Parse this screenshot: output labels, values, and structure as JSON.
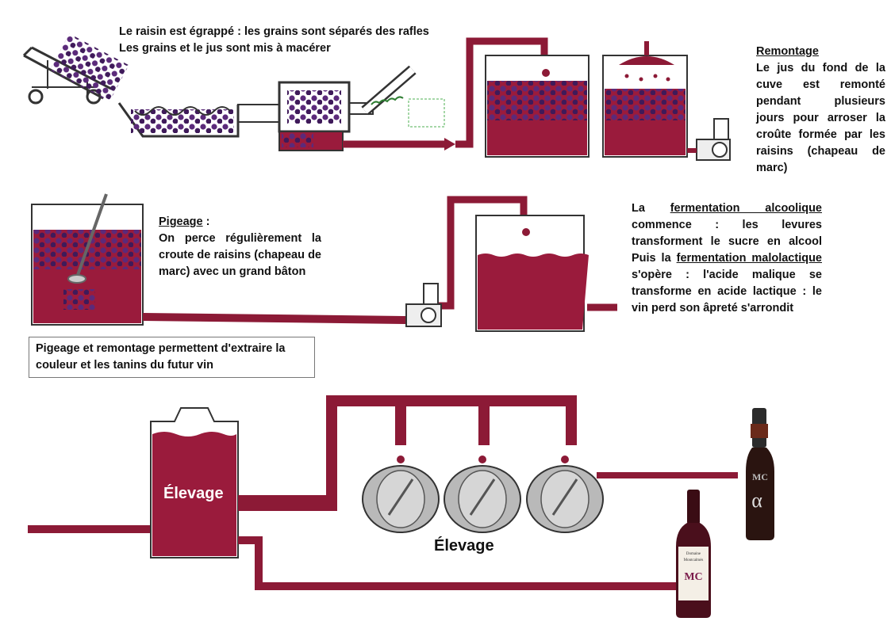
{
  "step1": {
    "line1": "Le raisin est égrappé : les grains sont séparés des rafles",
    "line2": "Les grains et le jus sont mis à macérer"
  },
  "remontage": {
    "title": "Remontage",
    "text": "Le jus du fond de la cuve est remonté pendant plusieurs jours pour arroser la croûte formée par les raisins (chapeau de marc)"
  },
  "pigeage": {
    "title": "Pigeage",
    "title_suffix": " :",
    "text": "On perce régulièrement la croute de raisins (chapeau de marc) avec un grand bâton"
  },
  "note": {
    "text": "Pigeage et remontage permettent d'extraire la couleur et les tanins du futur vin"
  },
  "fermentation": {
    "p1": "La ",
    "term1": "fermentation alcoolique",
    "p2": " commence : les levures transforment le sucre en alcool Puis la ",
    "term2": "fermentation malolactique",
    "p3": " s'opère : l'acide malique se transforme en acide lactique : le vin perd son âpreté s'arrondit"
  },
  "elevage": {
    "tank_label": "Élevage",
    "barrel_label": "Élevage"
  },
  "bottles": {
    "left_label_line1": "Domaine",
    "left_label_line2": "Montcalmès",
    "left_monogram": "MC",
    "right_monogram": "MC",
    "right_symbol": "α"
  },
  "colors": {
    "wine": "#9a1b3c",
    "pipe": "#8c1a36",
    "grape": "#5b2a7a",
    "barrel": "#b9b9b9",
    "text": "#111111"
  }
}
